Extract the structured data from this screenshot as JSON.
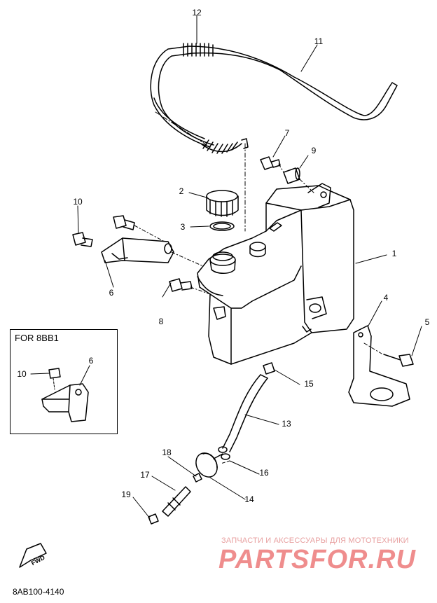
{
  "callouts": {
    "c1": "1",
    "c2": "2",
    "c3": "3",
    "c4": "4",
    "c5": "5",
    "c6": "6",
    "c7": "7",
    "c8": "8",
    "c9": "9",
    "c10": "10",
    "c11": "11",
    "c12": "12",
    "c13": "13",
    "c14": "14",
    "c15": "15",
    "c16": "16",
    "c17": "17",
    "c18": "18",
    "c19": "19"
  },
  "inset": {
    "title": "FOR 8BB1",
    "c10": "10",
    "c6": "6"
  },
  "fwd_label": "FWD",
  "ref_code": "8AB100-4140",
  "watermark": {
    "line": "ЗАПЧАСТИ И АКСЕССУАРЫ ДЛЯ МОТОТЕХНИКИ",
    "logo": "PARTSFOR.RU"
  }
}
